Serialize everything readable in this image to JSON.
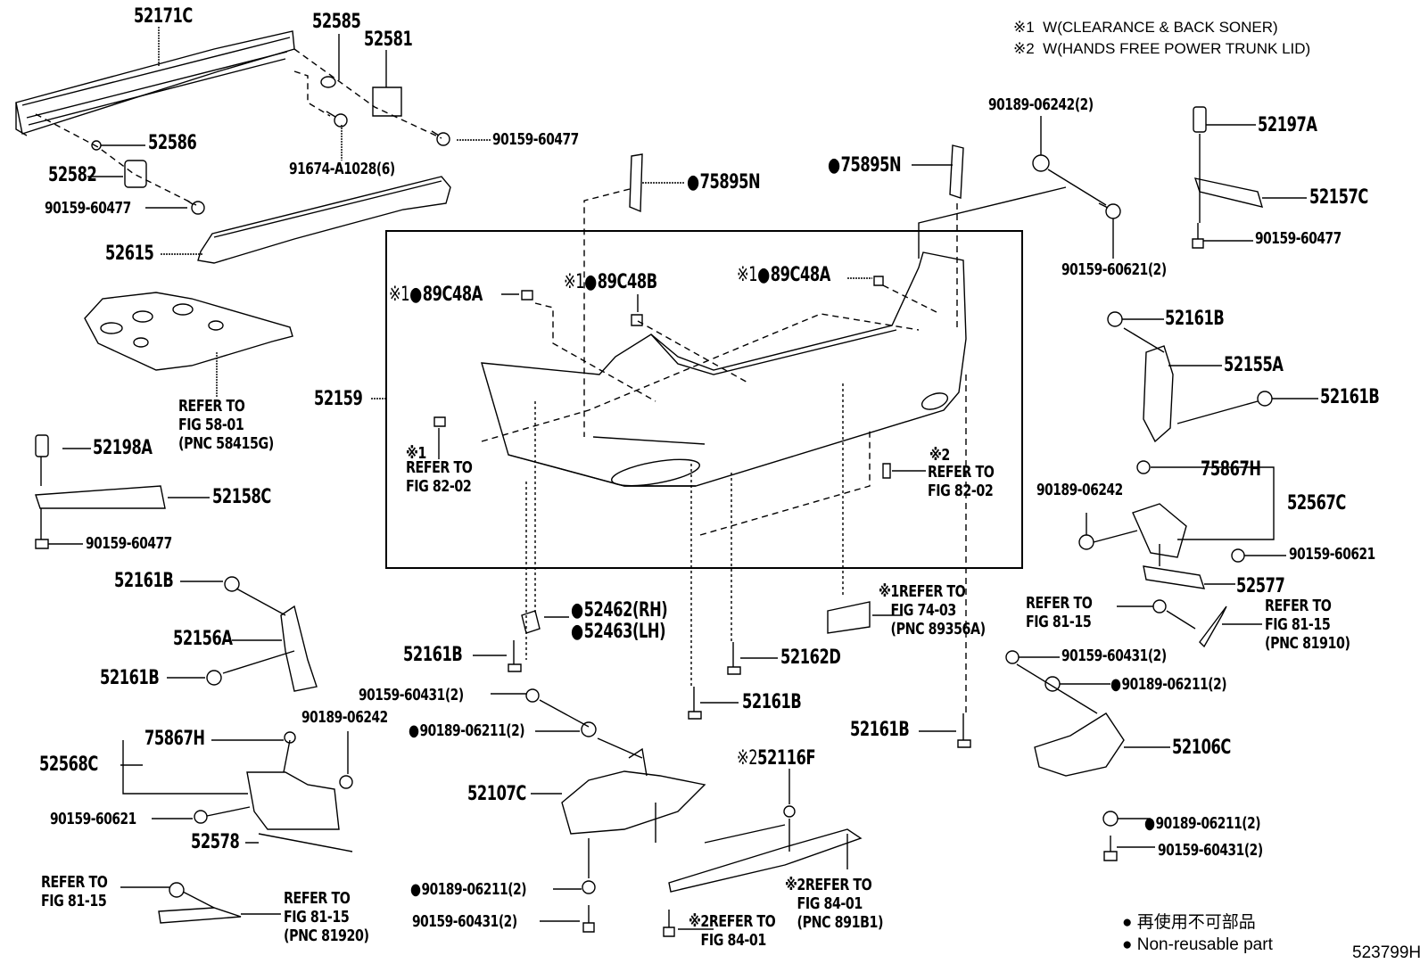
{
  "notes": [
    {
      "mark": "※1",
      "text": "W(CLEARANCE & BACK SONER)"
    },
    {
      "mark": "※2",
      "text": "W(HANDS FREE POWER TRUNK LID)"
    }
  ],
  "parts": {
    "p52171C": "52171C",
    "p52585": "52585",
    "p52581": "52581",
    "p52586": "52586",
    "p52582": "52582",
    "p90159_60477_a": "90159-60477",
    "p90159_60477_b": "90159-60477",
    "p91674_A1028": "91674-A1028(6)",
    "p52615": "52615",
    "p75895N_a": "75895N",
    "p75895N_b": "75895N",
    "p90189_06242_2": "90189-06242(2)",
    "p90159_60621_2": "90159-60621(2)",
    "p52197A": "52197A",
    "p52157C": "52157C",
    "p90159_60477_c": "90159-60477",
    "p89C48A_a": "89C48A",
    "p89C48B": "89C48B",
    "p89C48A_b": "89C48A",
    "p52159": "52159",
    "p52161B_r1": "52161B",
    "p52155A": "52155A",
    "p52161B_r2": "52161B",
    "p52198A": "52198A",
    "p52158C": "52158C",
    "p90159_60477_d": "90159-60477",
    "p75867H_r": "75867H",
    "p90189_06242_r": "90189-06242",
    "p52567C": "52567C",
    "p90159_60621_r": "90159-60621",
    "p52577": "52577",
    "p52161B_l1": "52161B",
    "p52156A": "52156A",
    "p52161B_l2": "52161B",
    "p52462": "52462(RH)",
    "p52463": "52463(LH)",
    "p52161B_c1": "52161B",
    "p52162D": "52162D",
    "p52161B_c2": "52161B",
    "p52161B_c3": "52161B",
    "p90159_60431_r1": "90159-60431(2)",
    "p90189_06211_r1": "90189-06211(2)",
    "p52106C": "52106C",
    "p90189_06211_r2": "90189-06211(2)",
    "p90159_60431_r2": "90159-60431(2)",
    "p90159_60431_c1": "90159-60431(2)",
    "p90189_06211_c1": "90189-06211(2)",
    "p52107C": "52107C",
    "p90189_06211_c2": "90189-06211(2)",
    "p90159_60431_c2": "90159-60431(2)",
    "p90189_06242_l": "90189-06242",
    "p75867H_l": "75867H",
    "p52568C": "52568C",
    "p90159_60621_l": "90159-60621",
    "p52578": "52578",
    "p52116F": "52116F"
  },
  "refs": {
    "fig58": "REFER TO\nFIG 58-01\n(PNC 58415G)",
    "fig82_l_mark": "※1",
    "fig82_l": "REFER TO\nFIG 82-02",
    "fig82_r_mark": "※2",
    "fig82_r": "REFER TO\nFIG 82-02",
    "fig74": "※1REFER TO\n   FIG 74-03\n   (PNC 89356A)",
    "fig81_r_clip": "REFER TO\nFIG 81-15",
    "fig81_r_part": "REFER TO\nFIG 81-15\n(PNC 81910)",
    "fig81_l_clip": "REFER TO\nFIG 81-15",
    "fig81_l_part": "REFER TO\nFIG 81-15\n(PNC 81920)",
    "fig84_a": "※2REFER TO\n   FIG 84-01\n   (PNC 891B1)",
    "fig84_b": "※2REFER TO\n   FIG 84-01"
  },
  "marks": {
    "m1": "※1",
    "m2": "※2"
  },
  "legend": {
    "jp": "再使用不可部品",
    "en": "Non-reusable part",
    "bullet_color": "#000000"
  },
  "figure_id": "523799H"
}
